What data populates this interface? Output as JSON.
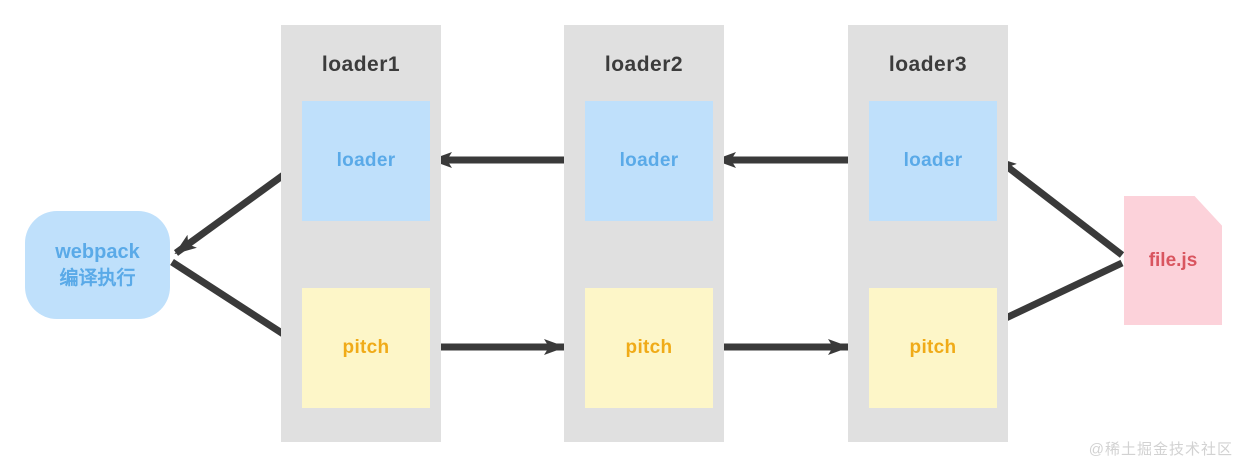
{
  "diagram": {
    "title": "webpack loader pitch execution flow",
    "colors": {
      "column_bg": "#e0e0e0",
      "loader_box_bg": "#bfe0fb",
      "loader_text": "#5aaae8",
      "pitch_box_bg": "#fdf6c8",
      "pitch_text": "#f0ab18",
      "file_box_bg": "#fcd2da",
      "file_text": "#d9555f",
      "arrow": "#3a3a3a",
      "title_text": "#3c3c3c",
      "canvas_bg": "#ffffff",
      "watermark": "#d2d2d2"
    }
  },
  "webpack_node": {
    "line1": "webpack",
    "line2": "编译执行"
  },
  "columns": [
    {
      "title": "loader1",
      "loader_label": "loader",
      "pitch_label": "pitch"
    },
    {
      "title": "loader2",
      "loader_label": "loader",
      "pitch_label": "pitch"
    },
    {
      "title": "loader3",
      "loader_label": "loader",
      "pitch_label": "pitch"
    }
  ],
  "file_node": {
    "label": "file.js"
  },
  "watermark": {
    "text": "@稀土掘金技术社区"
  }
}
